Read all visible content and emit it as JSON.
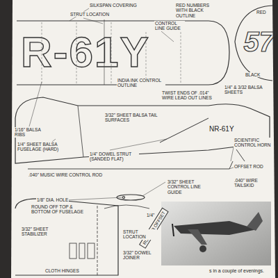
{
  "diagram": {
    "labels": [
      "SILKSPAN COVERING",
      "STRUT LOCATION",
      "RED NUMBERS WITH BLACK OUTLINE",
      "CONTROL LINE GUIDE",
      "RED",
      "R-61Y",
      "57",
      "INDIA INK CONTROL OUTLINE",
      "TWIST ENDS OF .014\" WIRE LEAD OUT LINES",
      "1/4\" & 3/32 BALSA SHEETS",
      "BLACK",
      "1/16\" BALSA RIBS",
      "3/32\" SHEET BALSA TAIL SURFACES",
      "NR-61Y",
      "1/4\" SHEET BALSA FUSELAGE (HARD)",
      "1/4\" DOWEL STRUT (SANDED FLAT)",
      "SCIENTIFIC CONTROL HORN",
      ".040\" MUSIC WIRE CONTROL ROD",
      "OFFSET ROD",
      "3/32\" SHEET CONTROL LINE GUIDE",
      ".040\" WIRE TAILSKID",
      "1/8\" DIA. HOLE",
      "ROUND OFF TOP & BOTTOM OF FUSELAGE",
      "1/4\"",
      "RUDDER OFFSET",
      "3/32\" SHEET STABILIZER",
      "STRUT LOCATION",
      "3/32\" DOWEL JOINER",
      "CLOTH HINGES",
      "s in a couple of evenings."
    ]
  }
}
